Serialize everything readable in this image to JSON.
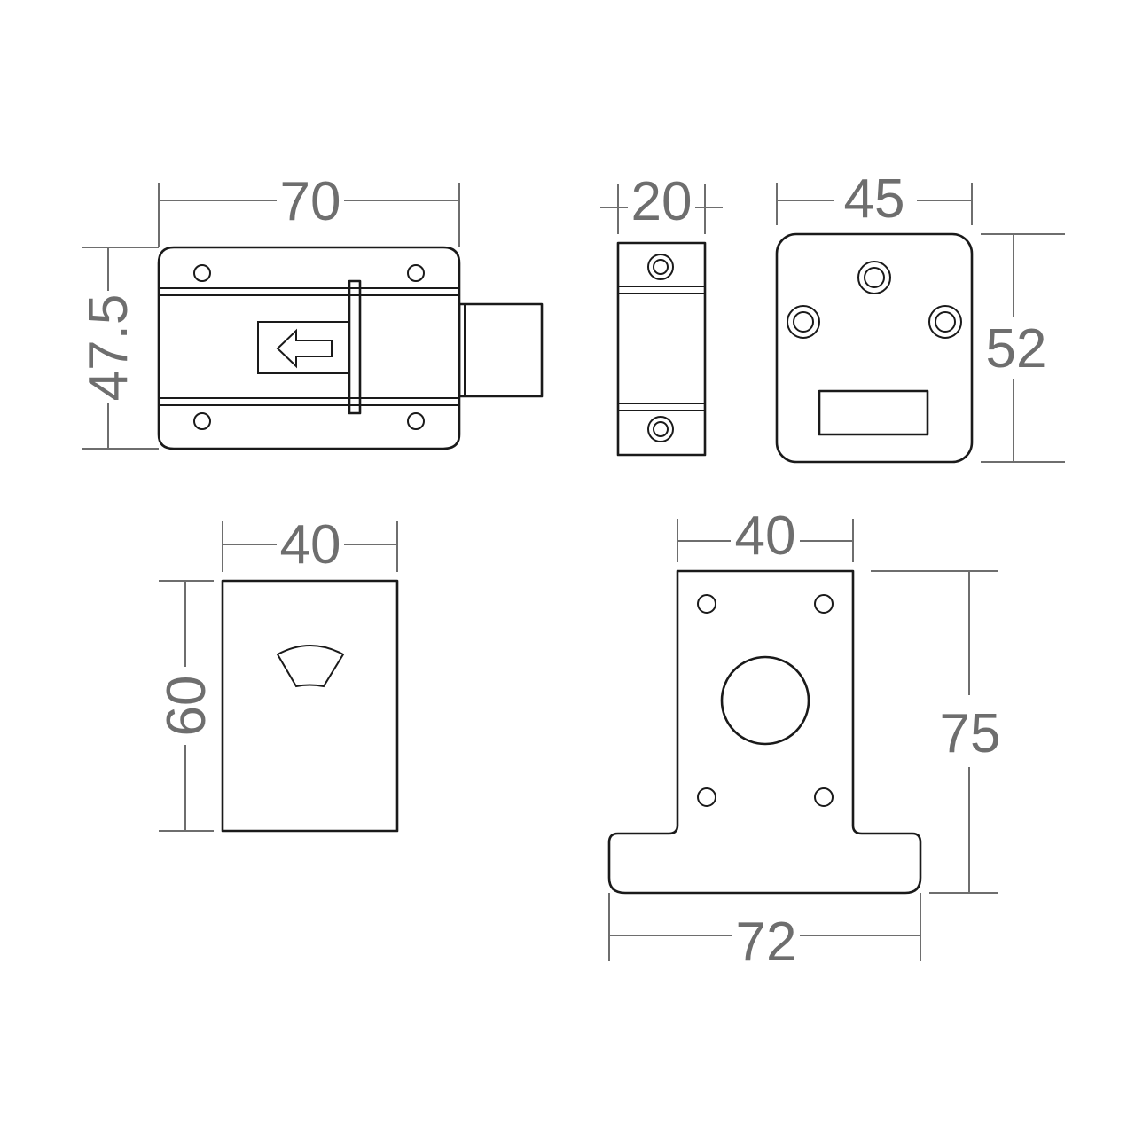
{
  "dimensions": {
    "lock_front_width": "70",
    "lock_front_height": "47.5",
    "lock_side_depth": "20",
    "back_plate_width": "45",
    "back_plate_height": "52",
    "keeper_width": "40",
    "keeper_height": "60",
    "cylinder_plate_width": "40",
    "cylinder_plate_height": "75",
    "cylinder_base_width": "72"
  },
  "colors": {
    "outline": "#1a1a1a",
    "dimension": "#6e6e6e",
    "background": "#ffffff"
  }
}
